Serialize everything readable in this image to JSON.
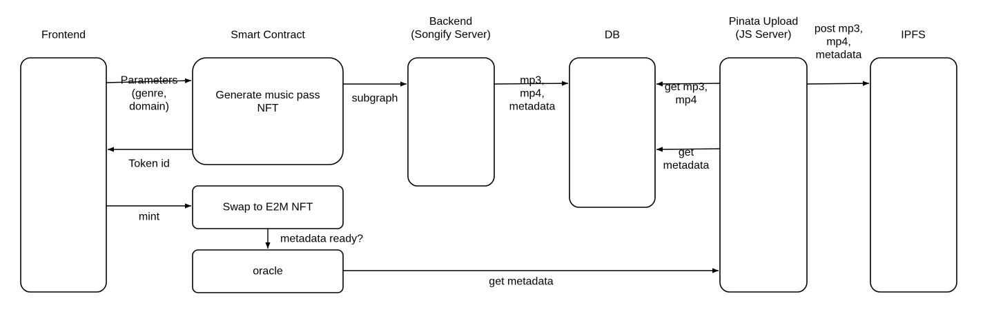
{
  "nodes": {
    "frontend": {
      "heading": [
        "Frontend"
      ],
      "body": []
    },
    "smart_contract": {
      "heading": [
        "Smart Contract"
      ],
      "body": [
        "Generate music pass",
        "NFT"
      ]
    },
    "backend": {
      "heading": [
        "Backend",
        "(Songify Server)"
      ],
      "body": []
    },
    "db": {
      "heading": [
        "DB"
      ],
      "body": []
    },
    "pinata": {
      "heading": [
        "Pinata Upload",
        "(JS Server)"
      ],
      "body": []
    },
    "ipfs": {
      "heading": [
        "IPFS"
      ],
      "body": []
    },
    "swap": {
      "heading": [],
      "body": [
        "Swap to E2M NFT"
      ]
    },
    "oracle": {
      "heading": [],
      "body": [
        "oracle"
      ]
    }
  },
  "edges": {
    "parameters": [
      "Parameters",
      "(genre,",
      "domain)"
    ],
    "token_id": [
      "Token id"
    ],
    "mint": [
      "mint"
    ],
    "subgraph": [
      "subgraph"
    ],
    "backend_to_db": [
      "mp3,",
      "mp4,",
      "metadata"
    ],
    "pinata_to_db_media": [
      "get mp3,",
      "mp4"
    ],
    "pinata_to_db_metadata": [
      "get",
      "metadata"
    ],
    "pinata_to_ipfs": [
      "post mp3,",
      "mp4,",
      "metadata"
    ],
    "metadata_ready": [
      "metadata ready?"
    ],
    "oracle_get_metadata": [
      "get metadata"
    ]
  },
  "colors": {
    "stroke": "#000000",
    "fill": "#ffffff",
    "text": "#000000"
  }
}
